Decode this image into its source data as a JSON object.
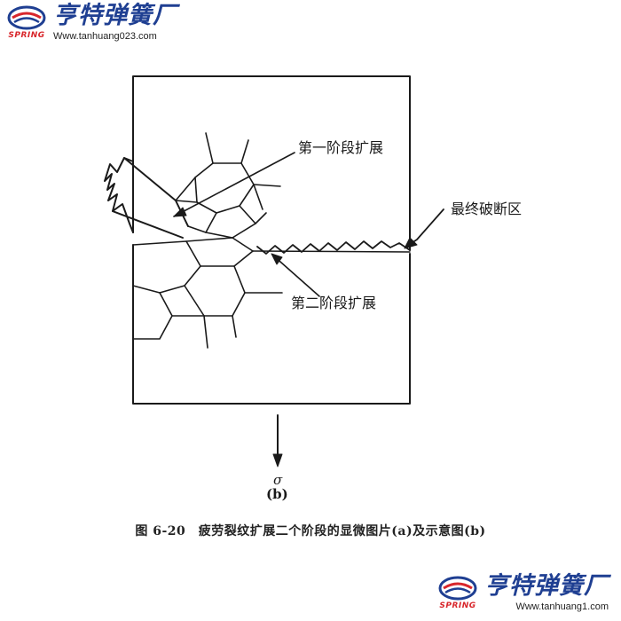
{
  "watermark_top": {
    "brand": "亨特弹簧厂",
    "spring": "SPRING",
    "url": "Www.tanhuang023.com"
  },
  "watermark_bottom": {
    "brand": "亨特弹簧厂",
    "spring": "SPRING",
    "url": "Www.tanhuang1.com"
  },
  "diagram": {
    "label_stage1": "第一阶段扩展",
    "label_final": "最终破断区",
    "label_stage2": "第二阶段扩展",
    "sigma": "σ",
    "panel_label": "(b)"
  },
  "caption": "图 6-20　疲劳裂纹扩展二个阶段的显微图片(a)及示意图(b)",
  "colors": {
    "brand_blue": "#1f3f92",
    "brand_red": "#d8262b",
    "line": "#1a1a1a"
  }
}
